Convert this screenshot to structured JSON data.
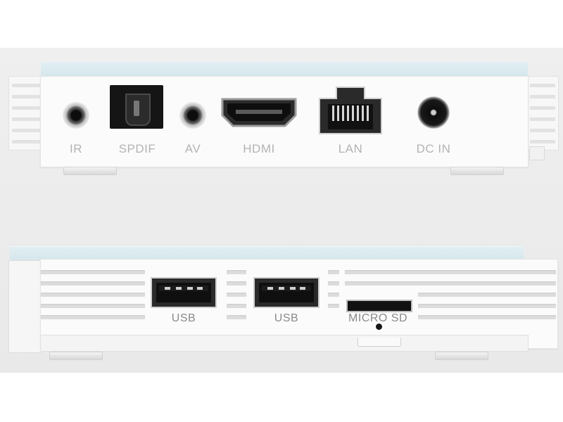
{
  "back_panel": {
    "ports": [
      {
        "name": "ir",
        "label": "IR",
        "icon": "audio-jack-icon"
      },
      {
        "name": "spdif",
        "label": "SPDIF",
        "icon": "optical-port-icon"
      },
      {
        "name": "av",
        "label": "AV",
        "icon": "audio-jack-icon"
      },
      {
        "name": "hdmi",
        "label": "HDMI",
        "icon": "hdmi-port-icon"
      },
      {
        "name": "lan",
        "label": "LAN",
        "icon": "ethernet-port-icon"
      },
      {
        "name": "dc-in",
        "label": "DC IN",
        "icon": "power-jack-icon"
      }
    ]
  },
  "side_panel": {
    "ports": [
      {
        "name": "usb-1",
        "label": "USB",
        "icon": "usb-port-icon"
      },
      {
        "name": "usb-2",
        "label": "USB",
        "icon": "usb-port-icon"
      },
      {
        "name": "micro-sd",
        "label": "MICRO SD",
        "icon": "sd-slot-icon"
      }
    ]
  },
  "colors": {
    "body": "#fbfbfb",
    "top_strip": "#d9e9ee",
    "label": "#b3b3b3",
    "port_black": "#111111"
  }
}
